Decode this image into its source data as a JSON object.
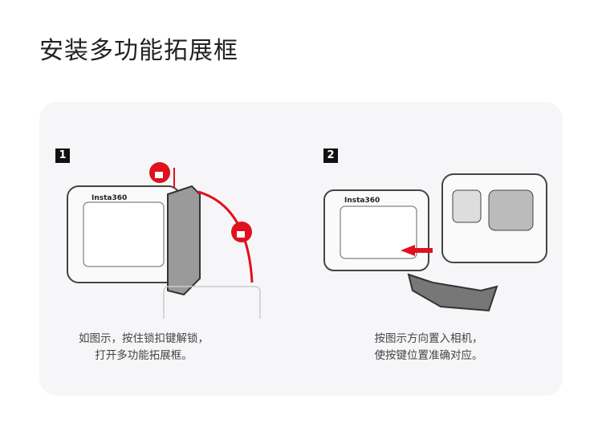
{
  "title": "安装多功能拓展框",
  "steps": [
    {
      "number": "1",
      "brand": "Insta360",
      "caption_line1": "如图示，按住锁扣键解锁，",
      "caption_line2": "打开多功能拓展框。"
    },
    {
      "number": "2",
      "brand": "Insta360",
      "caption_line1": "按图示方向置入相机，",
      "caption_line2": "使按键位置准确对应。"
    }
  ],
  "colors": {
    "accent": "#e0101e",
    "card": "#f6f6f8"
  }
}
